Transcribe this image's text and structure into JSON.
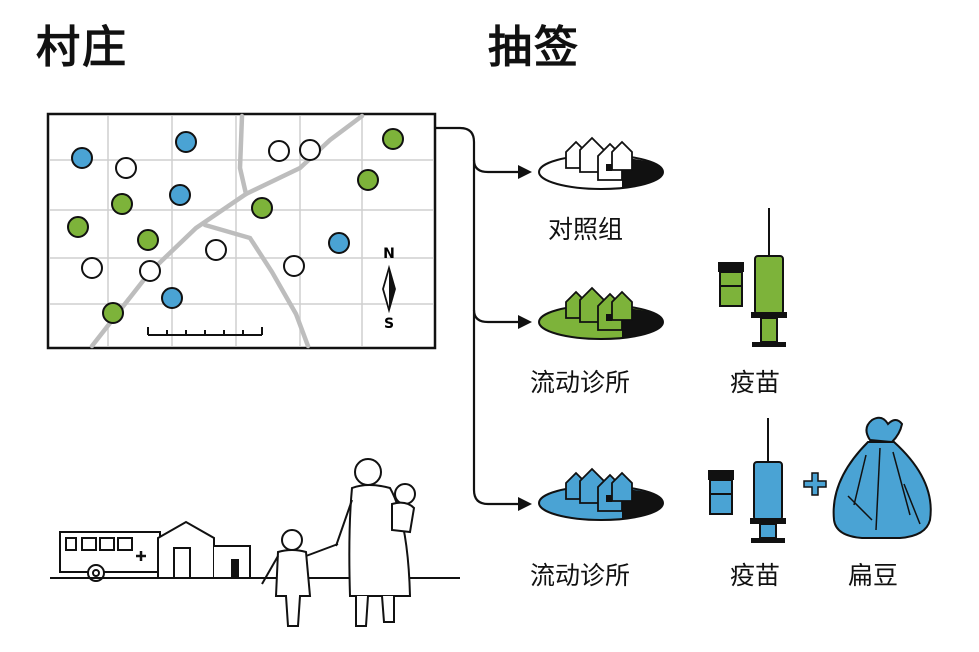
{
  "headings": {
    "village": "村庄",
    "lottery": "抽签"
  },
  "groups": [
    {
      "name": "对照组",
      "color": "#ffffff"
    },
    {
      "name": "流动诊所",
      "extras": [
        "疫苗"
      ],
      "color": "#7db33a"
    },
    {
      "name": "流动诊所",
      "extras": [
        "疫苗",
        "扁豆"
      ],
      "color": "#4aa3d4"
    }
  ],
  "map": {
    "compass_n": "N",
    "compass_s": "S"
  },
  "colors": {
    "green": "#7db33a",
    "blue": "#4aa3d4",
    "ink": "#111111",
    "road": "#bdbdbd",
    "grid": "#cfcfcf"
  }
}
